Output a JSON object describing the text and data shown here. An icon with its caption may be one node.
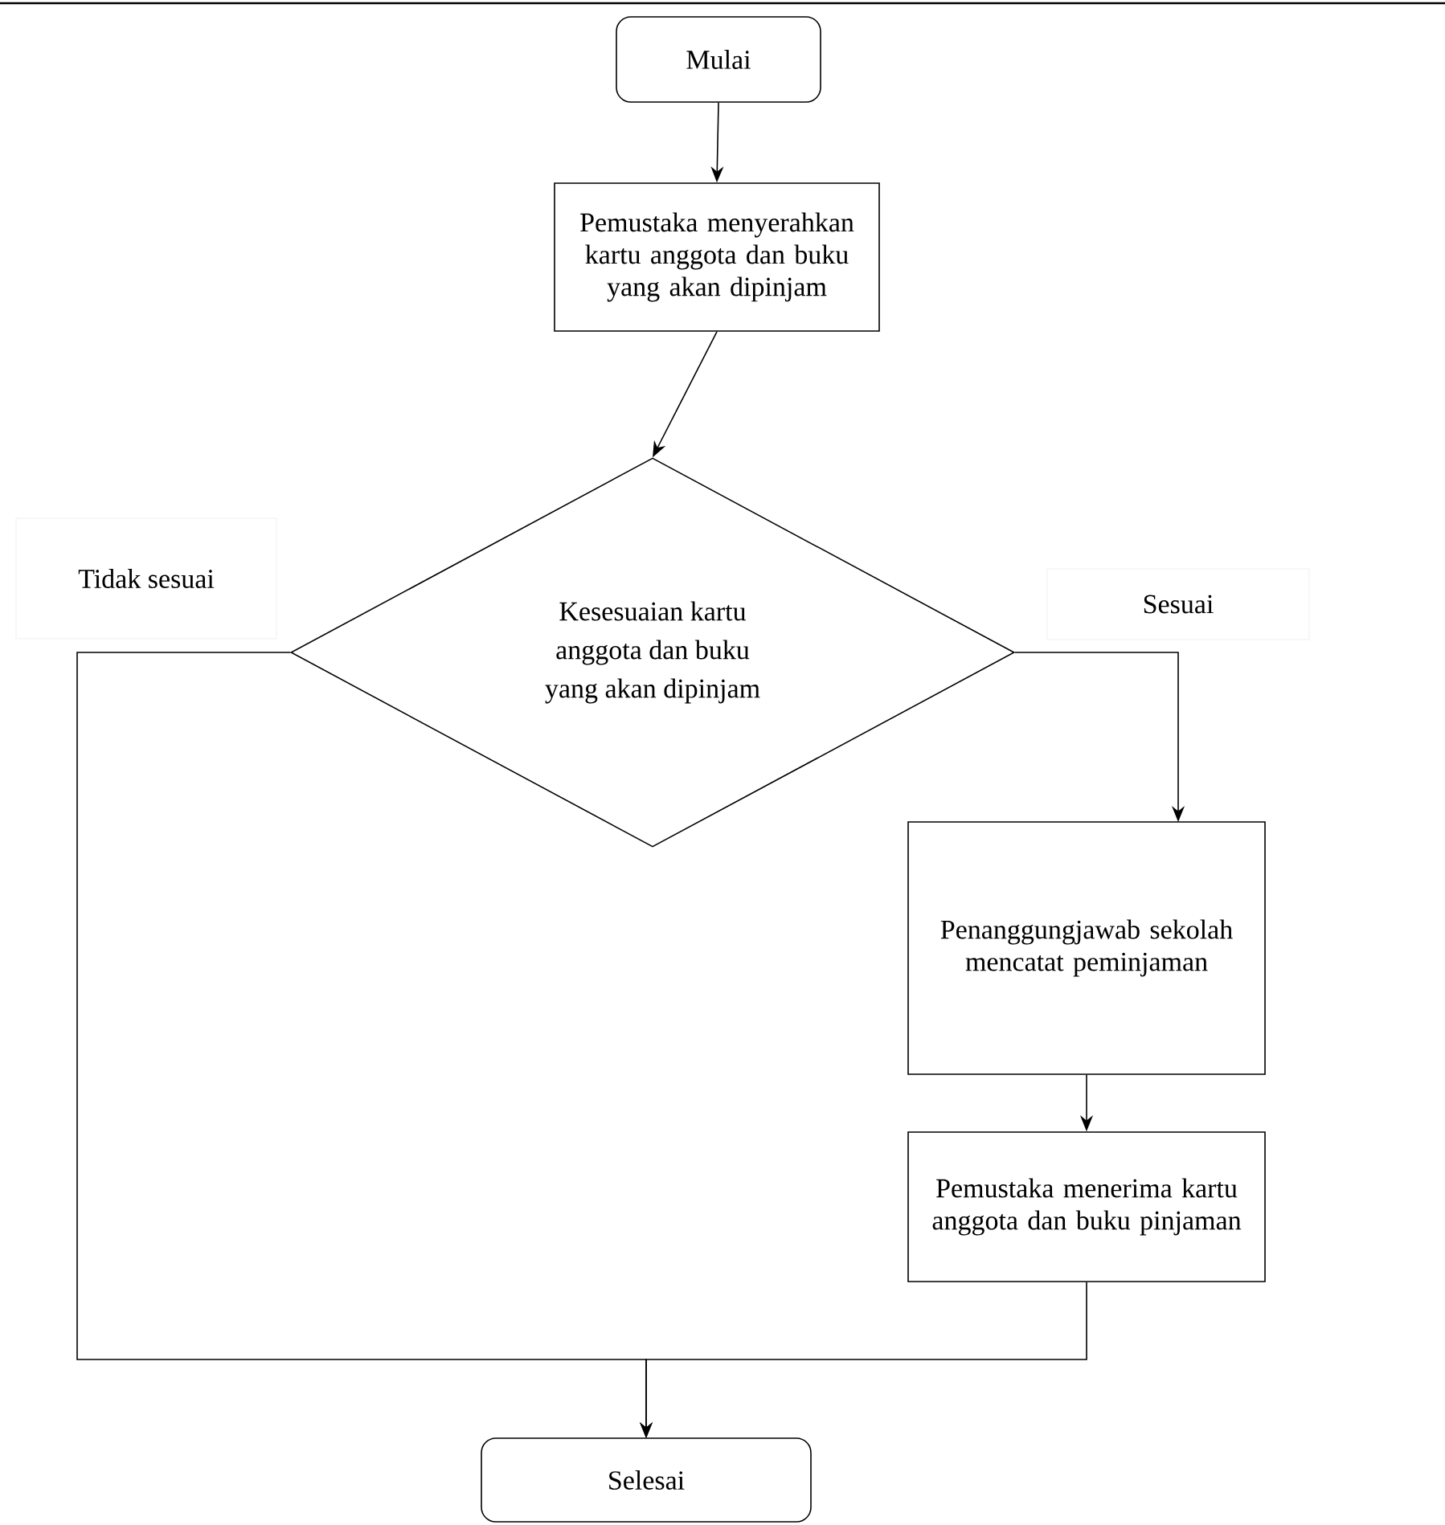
{
  "diagram": {
    "nodes": [
      {
        "text": [
          "Mulai"
        ]
      },
      {
        "text": [
          "Pemustaka menyerahkan kartu anggota dan buku yang akan dipinjam"
        ]
      },
      {
        "text": [
          "Kesesuaian kartu anggota dan buku yang akan dipinjam"
        ]
      },
      {
        "text": [
          "Penanggungjawab sekolah mencatat peminjaman"
        ]
      },
      {
        "text": [
          "Pemustaka menerima kartu anggota dan buku pinjaman"
        ]
      },
      {
        "text": [
          "Selesai"
        ]
      }
    ],
    "edges": [
      {
        "from": 0,
        "to": 1,
        "arrow": "to"
      },
      {
        "from": 1,
        "to": 2,
        "arrow": "to"
      },
      {
        "from": 2,
        "to": 3,
        "arrow": "to",
        "label": "Sesuai"
      },
      {
        "from": 3,
        "to": 4,
        "arrow": "to"
      },
      {
        "from": 4,
        "to": 5,
        "arrow": "to"
      },
      {
        "from": 2,
        "to": 5,
        "arrow": "to",
        "label": "Tidak sesuai"
      }
    ]
  }
}
